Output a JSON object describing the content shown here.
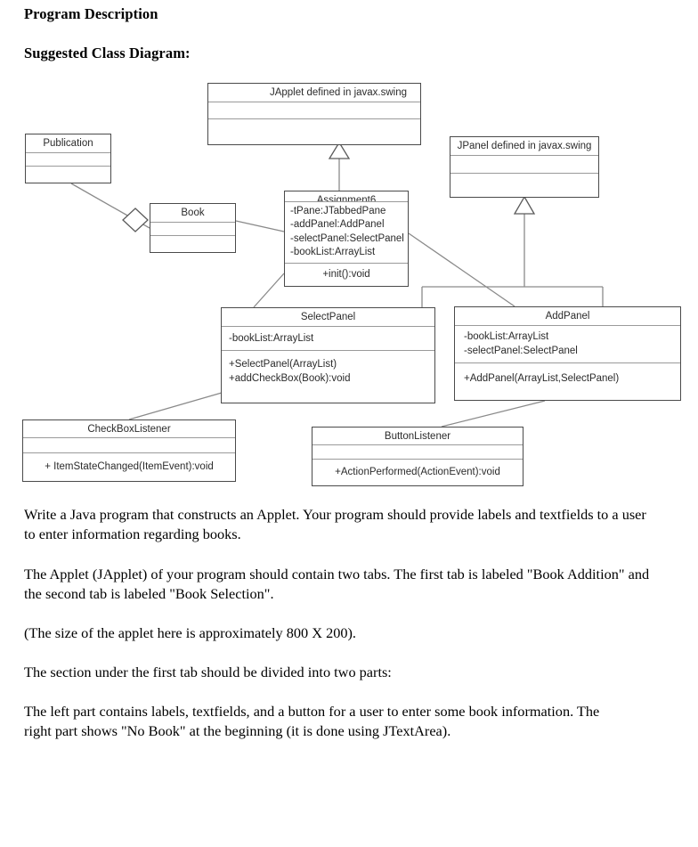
{
  "document": {
    "headings": {
      "program_description": "Program Description",
      "suggested_class_diagram": "Suggested Class Diagram:"
    },
    "paragraphs": [
      "Write a Java program that constructs an Applet. Your program should provide labels and textfields to a user to enter information regarding books.",
      "The Applet (JApplet) of your program should contain two tabs. The first tab is labeled \"Book Addition\" and the second tab is labeled \"Book Selection\".",
      "(The size of the applet here is approximately 800 X 200).",
      "The section under the first tab should be divided into two parts:",
      "The left part contains labels, textfields, and a button for a user to enter some book information. The right part shows \"No Book\" at the beginning (it is done using JTextArea)."
    ]
  },
  "diagram": {
    "type": "uml-class-diagram",
    "classes": {
      "japplet": {
        "name": "JApplet  defined in javax.swing",
        "attributes": [],
        "operations": []
      },
      "jpanel": {
        "name": "JPanel defined in javax.swing",
        "attributes": [],
        "operations": []
      },
      "publication": {
        "name": "Publication",
        "attributes": [],
        "operations": []
      },
      "book": {
        "name": "Book",
        "attributes": [],
        "operations": []
      },
      "assignment6": {
        "name": "Assignment6",
        "attributes": [
          "-tPane:JTabbedPane",
          "-addPanel:AddPanel",
          "-selectPanel:SelectPanel",
          "-bookList:ArrayList"
        ],
        "operations": [
          "+init():void"
        ]
      },
      "selectpanel": {
        "name": "SelectPanel",
        "attributes": [
          "-bookList:ArrayList"
        ],
        "operations": [
          "+SelectPanel(ArrayList)",
          "+addCheckBox(Book):void"
        ]
      },
      "addpanel": {
        "name": "AddPanel",
        "attributes": [
          "-bookList:ArrayList",
          "-selectPanel:SelectPanel"
        ],
        "operations": [
          "+AddPanel(ArrayList,SelectPanel)"
        ]
      },
      "checkboxlistener": {
        "name": "CheckBoxListener",
        "attributes": [],
        "operations": [
          "+ ItemStateChanged(ItemEvent):void"
        ]
      },
      "buttonlistener": {
        "name": "ButtonListener",
        "attributes": [],
        "operations": [
          "+ActionPerformed(ActionEvent):void"
        ]
      }
    },
    "relationships": [
      {
        "from": "assignment6",
        "to": "japplet",
        "type": "generalization"
      },
      {
        "from": "selectpanel",
        "to": "jpanel",
        "type": "generalization"
      },
      {
        "from": "addpanel",
        "to": "jpanel",
        "type": "generalization"
      },
      {
        "from": "book",
        "to": "publication",
        "type": "aggregation"
      },
      {
        "from": "assignment6",
        "to": "book",
        "type": "association"
      },
      {
        "from": "assignment6",
        "to": "selectpanel",
        "type": "association"
      },
      {
        "from": "assignment6",
        "to": "addpanel",
        "type": "association"
      },
      {
        "from": "selectpanel",
        "to": "checkboxlistener",
        "type": "association"
      },
      {
        "from": "addpanel",
        "to": "buttonlistener",
        "type": "association"
      }
    ],
    "colors": {
      "box_border": "#4a4a4a",
      "compartment_divider": "#9a9a9a",
      "line": "#8a8a8a",
      "text": "#2b2b2b",
      "background": "#ffffff"
    }
  }
}
